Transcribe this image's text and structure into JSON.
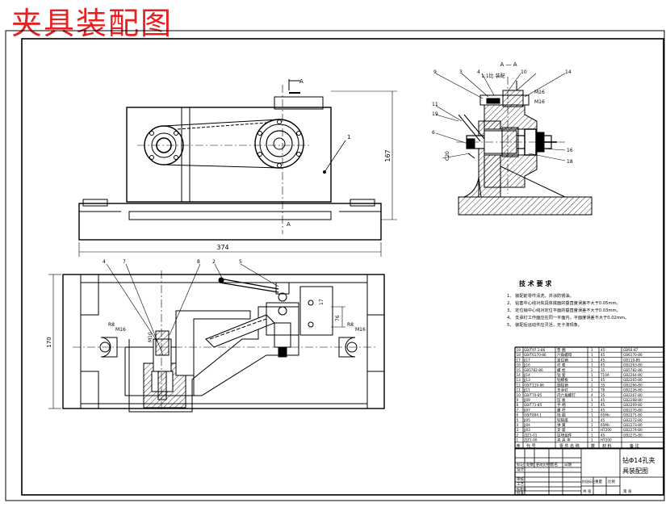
{
  "title": "夹具装配图",
  "dimensions": {
    "top_view_length": "374",
    "top_view_height": "167",
    "plan_height": "170",
    "side_c20": "C20",
    "side_m16a": "M16",
    "side_m16b": "M16",
    "plan_m16_left": "M16",
    "plan_m16_right": "M16",
    "plan_m10": "M10",
    "plan_r8_left": "R8",
    "plan_r8_right": "R8",
    "plan_76": "76",
    "plan_17": "17"
  },
  "section_label": "A — A",
  "section_mark": "A",
  "side_labels": {
    "balloon_9": "9",
    "balloon_3": "3",
    "balloon_4": "4",
    "note_top": "1:1比 装配",
    "balloon_10": "10",
    "balloon_14": "14",
    "balloon_11": "11",
    "balloon_19": "19",
    "balloon_6": "6",
    "balloon_16": "16",
    "balloon_18": "18"
  },
  "top_labels": {
    "balloon_1": "1"
  },
  "plan_labels": {
    "b4": "4",
    "b7": "7",
    "b8": "8",
    "b2": "2",
    "b5": "5"
  },
  "tech_req": {
    "heading": "技 术 要 求",
    "items": [
      "1、 装配前零件清洗，并涂防锈油。",
      "2、 钻套中心线对夹具体底面的垂直度误差不大于0.05mm。",
      "3、 定位销中心线对定位平面的垂直度误差不大于0.03mm。",
      "4、 支承钉工作面应在同一平面内，平面度误差不大于0.02mm。",
      "5、 装配后运动件应灵活，无卡滞现象。"
    ]
  },
  "parts": [
    {
      "no": "19",
      "code": "GB/T97.1-86",
      "name": "垫 圈",
      "qty": "1",
      "mat": "45",
      "note": "GB93-87"
    },
    {
      "no": "18",
      "code": "GB/T6170-86",
      "name": "六角螺母",
      "qty": "1",
      "mat": "45",
      "note": "GB6170-86"
    },
    {
      "no": "17",
      "code": "JJ17",
      "name": "定位销",
      "qty": "1",
      "mat": "45",
      "note": "GB119-86"
    },
    {
      "no": "16",
      "code": "JJ16",
      "name": "衬 套",
      "qty": "1",
      "mat": "45",
      "note": "GB2263-80"
    },
    {
      "no": "15",
      "code": "GB5782-86",
      "name": "螺 栓",
      "qty": "2",
      "mat": "35",
      "note": "GB5782-86"
    },
    {
      "no": "14",
      "code": "JJ14",
      "name": "钻 套",
      "qty": "1",
      "mat": "T10A",
      "note": "GB2264-80"
    },
    {
      "no": "13",
      "code": "JJ13",
      "name": "钻模板",
      "qty": "1",
      "mat": "45",
      "note": "GB2265-80"
    },
    {
      "no": "12",
      "code": "GB/T119-86",
      "name": "圆柱销",
      "qty": "2",
      "mat": "35",
      "note": "GB2266-80"
    },
    {
      "no": "11",
      "code": "JJ11",
      "name": "支承钉",
      "qty": "3",
      "mat": "T8",
      "note": "GB2226-80"
    },
    {
      "no": "10",
      "code": "GB/T70-85",
      "name": "内六角螺钉",
      "qty": "4",
      "mat": "35",
      "note": "GB2267-80"
    },
    {
      "no": "9",
      "code": "JJ09",
      "name": "压 板",
      "qty": "1",
      "mat": "45",
      "note": "GB2268-80"
    },
    {
      "no": "8",
      "code": "GB/T71-85",
      "name": "手 柄",
      "qty": "1",
      "mat": "45",
      "note": "GB2269-80"
    },
    {
      "no": "7",
      "code": "JJ07",
      "name": "螺 杆",
      "qty": "1",
      "mat": "45",
      "note": "GB2270-80"
    },
    {
      "no": "6",
      "code": "GB/T894.1",
      "name": "挡 圈",
      "qty": "1",
      "mat": "65Mn",
      "note": "GB2271-80"
    },
    {
      "no": "5",
      "code": "JJ05",
      "name": "铰链座",
      "qty": "1",
      "mat": "45",
      "note": "GB2272-80"
    },
    {
      "no": "4",
      "code": "JJ04",
      "name": "弹 簧",
      "qty": "1",
      "mat": "65Mn",
      "note": "GB2273-80"
    },
    {
      "no": "3",
      "code": "JJ03",
      "name": "支 座",
      "qty": "1",
      "mat": "HT200",
      "note": "GB2274-80"
    },
    {
      "no": "2",
      "code": "ZJZ1-01",
      "name": "压块组件",
      "qty": "1",
      "mat": "45",
      "note": "GB2275-80"
    },
    {
      "no": "1",
      "code": "ZJZ1-00",
      "name": "夹 具 体",
      "qty": "1",
      "mat": "HT200",
      "note": ""
    }
  ],
  "parts_header": [
    "序",
    "代 号",
    "零 件 名 称",
    "数",
    "材 料",
    "备 注"
  ],
  "drawing_name_1": "钻Φ14孔夹",
  "drawing_name_2": "具装配图",
  "tb_labels": [
    "标记",
    "处数",
    "更改文件号",
    "签名",
    "日期",
    "设计",
    "审核",
    "工艺",
    "标准化",
    "批准",
    "阶段标记",
    "重量",
    "比例",
    "共 张",
    "第 张"
  ]
}
